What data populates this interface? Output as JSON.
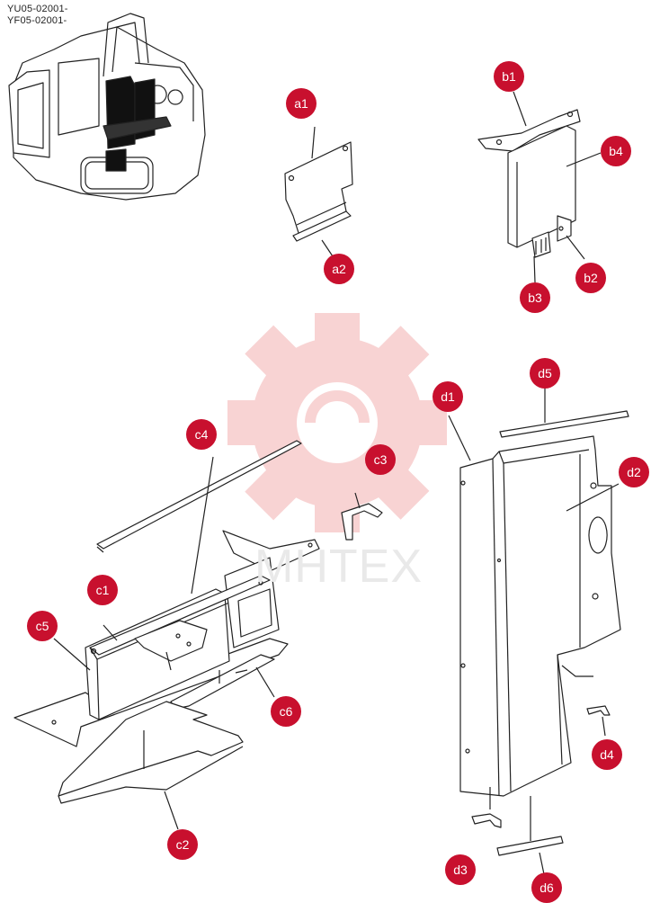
{
  "serials": [
    "YU05-02001-",
    "YF05-02001-"
  ],
  "watermark": "MHTEX",
  "callouts": {
    "a1": "a1",
    "a2": "a2",
    "b1": "b1",
    "b2": "b2",
    "b3": "b3",
    "b4": "b4",
    "c1": "c1",
    "c2": "c2",
    "c3": "c3",
    "c4": "c4",
    "c5": "c5",
    "c6": "c6",
    "d1": "d1",
    "d2": "d2",
    "d3": "d3",
    "d4": "d4",
    "d5": "d5",
    "d6": "d6"
  },
  "colors": {
    "callout": "#c8102e",
    "watermark": "#f6cfcf",
    "line": "#222222"
  }
}
